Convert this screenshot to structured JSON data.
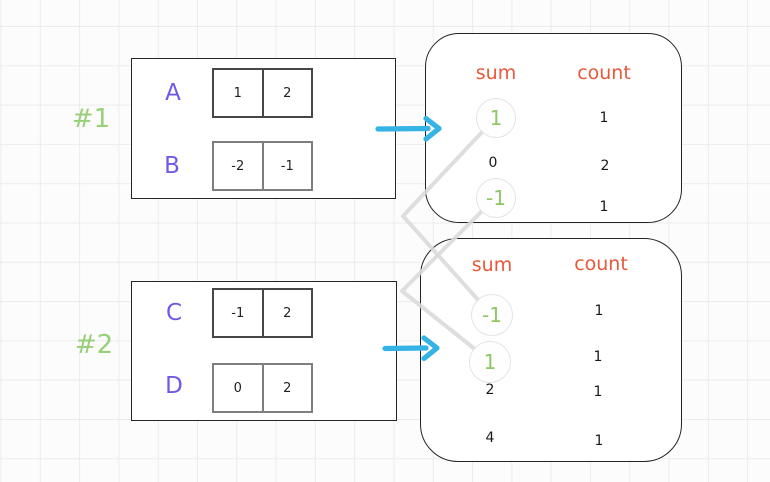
{
  "examples": [
    {
      "tag": "#1",
      "arrays": [
        {
          "name": "A",
          "values": [
            "1",
            "2"
          ]
        },
        {
          "name": "B",
          "values": [
            "-2",
            "-1"
          ]
        }
      ],
      "result": {
        "sum_header": "sum",
        "count_header": "count",
        "rows": [
          {
            "sum": "1",
            "count": "1",
            "highlighted": true
          },
          {
            "sum": "0",
            "count": "2",
            "highlighted": false
          },
          {
            "sum": "-1",
            "count": "1",
            "highlighted": true
          }
        ]
      }
    },
    {
      "tag": "#2",
      "arrays": [
        {
          "name": "C",
          "values": [
            "-1",
            "2"
          ]
        },
        {
          "name": "D",
          "values": [
            "0",
            "2"
          ]
        }
      ],
      "result": {
        "sum_header": "sum",
        "count_header": "count",
        "rows": [
          {
            "sum": "-1",
            "count": "1",
            "highlighted": true
          },
          {
            "sum": "1",
            "count": "1",
            "highlighted": true
          },
          {
            "sum": "2",
            "count": "1",
            "highlighted": false
          },
          {
            "sum": "4",
            "count": "1",
            "highlighted": false
          }
        ]
      }
    }
  ],
  "colors": {
    "accent_purple": "#6f5ae8",
    "accent_green_label": "#97d077",
    "accent_green_value": "#8fc768",
    "accent_orange": "#e8583a",
    "accent_cyan": "#35b3e4",
    "connector_gray": "#d9d9d9"
  }
}
